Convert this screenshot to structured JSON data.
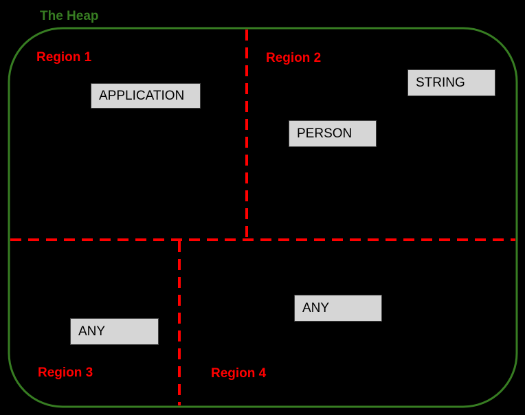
{
  "title": "The Heap",
  "regions": [
    {
      "label": "Region 1",
      "objects": [
        "APPLICATION"
      ]
    },
    {
      "label": "Region 2",
      "objects": [
        "PERSON",
        "STRING"
      ]
    },
    {
      "label": "Region 3",
      "objects": [
        "ANY"
      ]
    },
    {
      "label": "Region 4",
      "objects": [
        "ANY"
      ]
    }
  ],
  "colors": {
    "background": "#000000",
    "heap_border_green": "#377d22",
    "title_green": "#377d22",
    "divider_red": "#ff0000",
    "region_label_red": "#ff0000",
    "object_box_fill": "#d6d6d6",
    "object_box_border": "#434343",
    "object_box_text": "#000000"
  }
}
